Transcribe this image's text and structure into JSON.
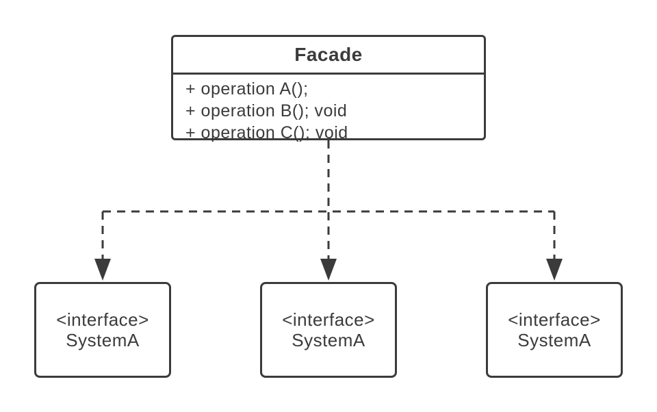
{
  "facade": {
    "title": "Facade",
    "operations": [
      "+ operation A();",
      "+ operation B(); void",
      "+ operation C(); void"
    ]
  },
  "subsystems": [
    {
      "stereotype": "<interface>",
      "name": "SystemA"
    },
    {
      "stereotype": "<interface>",
      "name": "SystemA"
    },
    {
      "stereotype": "<interface>",
      "name": "SystemA"
    }
  ],
  "colors": {
    "stroke": "#3b3b3b",
    "text": "#3b3b3b",
    "node_fill": "#ffffff",
    "background": "#ffffff"
  }
}
